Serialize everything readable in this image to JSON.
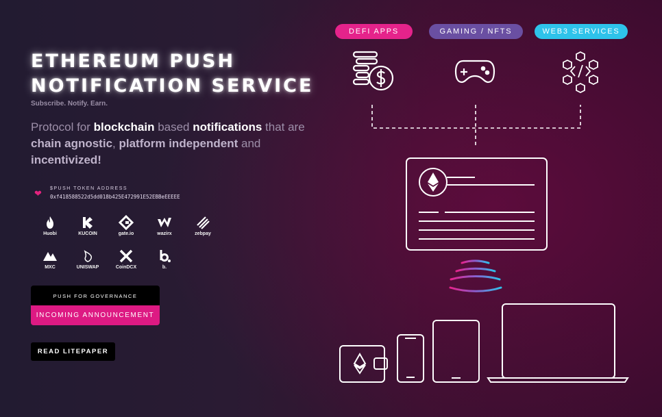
{
  "hero": {
    "title_line1": "ETHEREUM PUSH",
    "title_line2": "NOTIFICATION SERVICE",
    "tagline": "Subscribe. Notify. Earn.",
    "description": {
      "p1": "Protocol for ",
      "b1": "blockchain",
      "p2": " based ",
      "b2": "notifications",
      "p3": " that are ",
      "b3": "chain agnostic",
      "p4": ", ",
      "b4": "platform independent",
      "p5": " and ",
      "b5": "incentivized!"
    }
  },
  "token": {
    "label": "$PUSH TOKEN ADDRESS",
    "address": "0xf418588522d5dd018b425E472991E52EBBeEEEEE"
  },
  "exchanges": [
    {
      "name": "Huobi",
      "icon": "huobi-icon"
    },
    {
      "name": "KUCOIN",
      "icon": "kucoin-icon"
    },
    {
      "name": "gate.io",
      "icon": "gateio-icon"
    },
    {
      "name": "wazirx",
      "icon": "wazirx-icon"
    },
    {
      "name": "zebpay",
      "icon": "zebpay-icon"
    },
    {
      "name": "MXC",
      "icon": "mxc-icon"
    },
    {
      "name": "UNISWAP",
      "icon": "uniswap-icon"
    },
    {
      "name": "CoinDCX",
      "icon": "coindcx-icon"
    },
    {
      "name": "b.",
      "icon": "bitpanda-icon"
    }
  ],
  "buttons": {
    "governance": "PUSH FOR GOVERNANCE",
    "announcement": "INCOMING ANNOUNCEMENT",
    "litepaper": "READ LITEPAPER"
  },
  "categories": {
    "defi": "DEFI APPS",
    "gaming": "GAMING / NFTS",
    "web3": "WEB3 SERVICES"
  },
  "colors": {
    "pink": "#e5238b",
    "purple": "#6a4fa2",
    "cyan": "#2ec3ea",
    "announcement_bg": "#dd1a83"
  }
}
